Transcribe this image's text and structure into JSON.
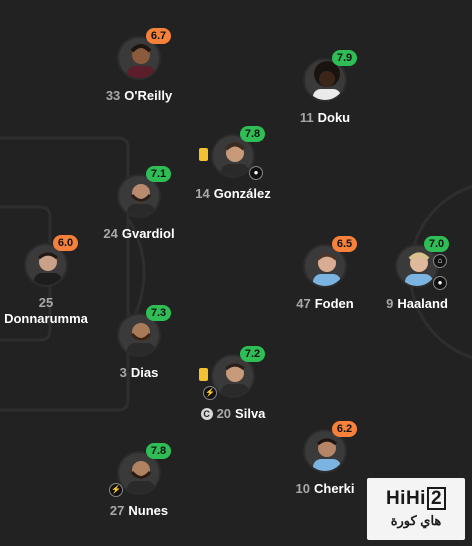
{
  "players": [
    {
      "key": "oreilly",
      "number": "33",
      "name": "O'Reilly",
      "rating": "6.7",
      "rating_color": "orange",
      "skin": "#8a5a3c"
    },
    {
      "key": "doku",
      "number": "11",
      "name": "Doku",
      "rating": "7.9",
      "rating_color": "green",
      "skin": "#3b2418"
    },
    {
      "key": "gonzalez",
      "number": "14",
      "name": "González",
      "rating": "7.8",
      "rating_color": "green",
      "skin": "#c79a7a",
      "yellow_card": true,
      "event_icon": "ball-icon"
    },
    {
      "key": "gvardiol",
      "number": "24",
      "name": "Gvardiol",
      "rating": "7.1",
      "rating_color": "green",
      "skin": "#b88a6e"
    },
    {
      "key": "donnarumma",
      "number": "25",
      "name": "Donnarumma",
      "rating": "6.0",
      "rating_color": "orange",
      "skin": "#c9a088"
    },
    {
      "key": "foden",
      "number": "47",
      "name": "Foden",
      "rating": "6.5",
      "rating_color": "orange",
      "skin": "#d9ad93"
    },
    {
      "key": "haaland",
      "number": "9",
      "name": "Haaland",
      "rating": "7.0",
      "rating_color": "green",
      "skin": "#e0b89c",
      "event_icon": "ball-icon",
      "extra_icon": "assist-icon"
    },
    {
      "key": "dias",
      "number": "3",
      "name": "Dias",
      "rating": "7.3",
      "rating_color": "green",
      "skin": "#a97a58"
    },
    {
      "key": "silva",
      "number": "20",
      "name": "Silva",
      "rating": "7.2",
      "rating_color": "green",
      "skin": "#c79a7a",
      "yellow_card": true,
      "event_icon": "boot-icon",
      "captain": "C"
    },
    {
      "key": "cherki",
      "number": "10",
      "name": "Cherki",
      "rating": "6.2",
      "rating_color": "orange",
      "skin": "#b5856a"
    },
    {
      "key": "nunes",
      "number": "27",
      "name": "Nunes",
      "rating": "7.8",
      "rating_color": "green",
      "skin": "#b08260",
      "event_icon": "boot-icon"
    }
  ],
  "colors": {
    "green": "#2fbe56",
    "orange": "#f7813a",
    "background": "#222222",
    "lines": "#2c2c2c"
  },
  "watermark": {
    "logo_text": "HiHi",
    "logo_number": "2",
    "arabic": "هاي كورة"
  }
}
